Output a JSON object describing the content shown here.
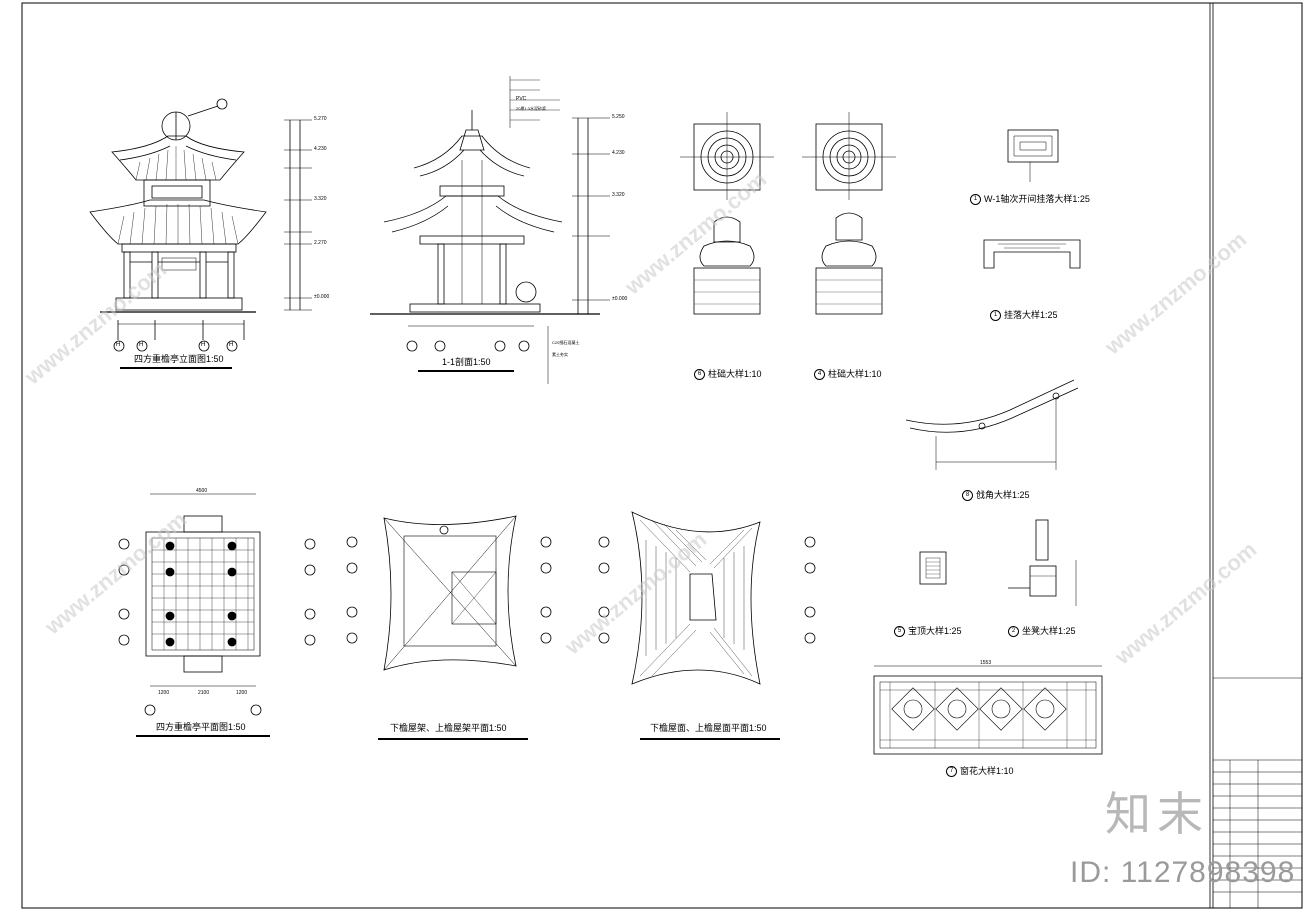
{
  "drawings": [
    {
      "id": "elevation",
      "label": "四方重檐亭立面图1:50"
    },
    {
      "id": "section",
      "label": "1-1剖面1:50"
    },
    {
      "id": "column-base-6",
      "label": "柱础大样1:10",
      "num": "6"
    },
    {
      "id": "column-base-4",
      "label": "柱础大样1:10",
      "num": "4"
    },
    {
      "id": "hanging-w1",
      "label": "W-1轴次开间挂落大样1:25",
      "num": "1"
    },
    {
      "id": "hanging",
      "label": "挂落大样1:25",
      "num": "1"
    },
    {
      "id": "eave-corner",
      "label": "戗角大样1:25",
      "num": "8"
    },
    {
      "id": "floor-plan",
      "label": "四方重檐亭平面图1:50"
    },
    {
      "id": "roof-frame-plan",
      "label": "下檐屋架、上檐屋架平面1:50"
    },
    {
      "id": "roof-plan",
      "label": "下檐屋面、上檐屋面平面1:50"
    },
    {
      "id": "finial",
      "label": "宝顶大样1:25",
      "num": "5"
    },
    {
      "id": "bench",
      "label": "坐凳大样1:25",
      "num": "2"
    },
    {
      "id": "lattice",
      "label": "窗花大样1:10",
      "num": "7"
    }
  ],
  "elevation_marks": [
    "5.270",
    "4.230",
    "3.320",
    "2.270",
    "±0.000"
  ],
  "section_marks": [
    "5.250",
    "4.230",
    "3.320",
    "±0.000"
  ],
  "plan_dims": [
    "4500",
    "1200",
    "2100",
    "1200"
  ],
  "axis_letters": [
    "H",
    "H",
    "H",
    "H"
  ],
  "section_notes": [
    "PVC",
    "20厚1:3水泥砂浆",
    "C20细石混凝土",
    "素土夯实"
  ],
  "lattice_dim": "1553",
  "watermark": "www.znzmo.com",
  "brand": "知末",
  "id_label": "ID: 1127898398"
}
